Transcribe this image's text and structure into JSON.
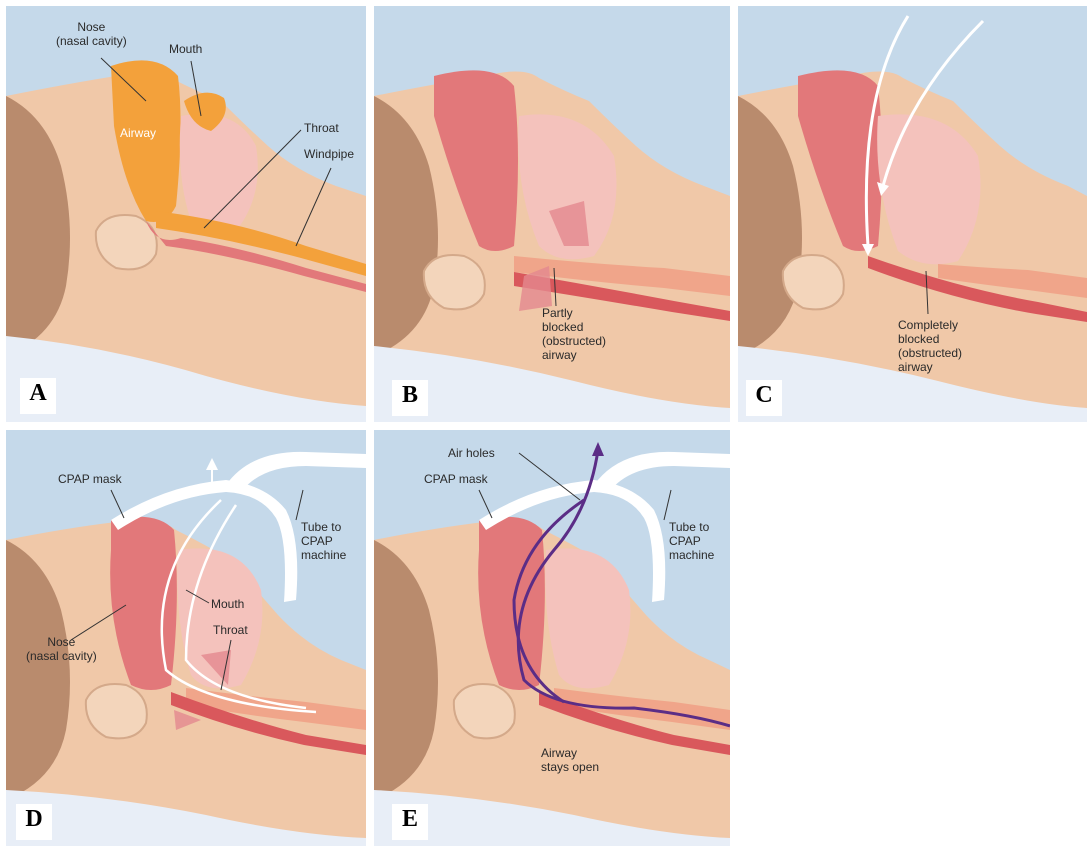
{
  "colors": {
    "sky": "#c5d9ea",
    "skin": "#f0c8a8",
    "hair": "#b98b6d",
    "pillow": "#e8eef7",
    "airway_open": "#f3a13b",
    "tissue": "#e2787a",
    "flow_white": "#ffffff",
    "flow_purple": "#5b2d86"
  },
  "panels": [
    {
      "letter": "A",
      "labels": {
        "nose": "Nose\n(nasal cavity)",
        "mouth": "Mouth",
        "airway": "Airway",
        "throat": "Throat",
        "windpipe": "Windpipe"
      }
    },
    {
      "letter": "B",
      "labels": {
        "blocked": "Partly\nblocked\n(obstructed)\nairway"
      }
    },
    {
      "letter": "C",
      "labels": {
        "blocked": "Completely\nblocked\n(obstructed)\nairway"
      }
    },
    {
      "letter": "D",
      "labels": {
        "mask": "CPAP mask",
        "tube": "Tube to\nCPAP\nmachine",
        "mouth": "Mouth",
        "nose": "Nose\n(nasal cavity)",
        "throat": "Throat"
      }
    },
    {
      "letter": "E",
      "labels": {
        "air_holes": "Air holes",
        "mask": "CPAP mask",
        "tube": "Tube to\nCPAP\nmachine",
        "open": "Airway\nstays open"
      }
    }
  ]
}
